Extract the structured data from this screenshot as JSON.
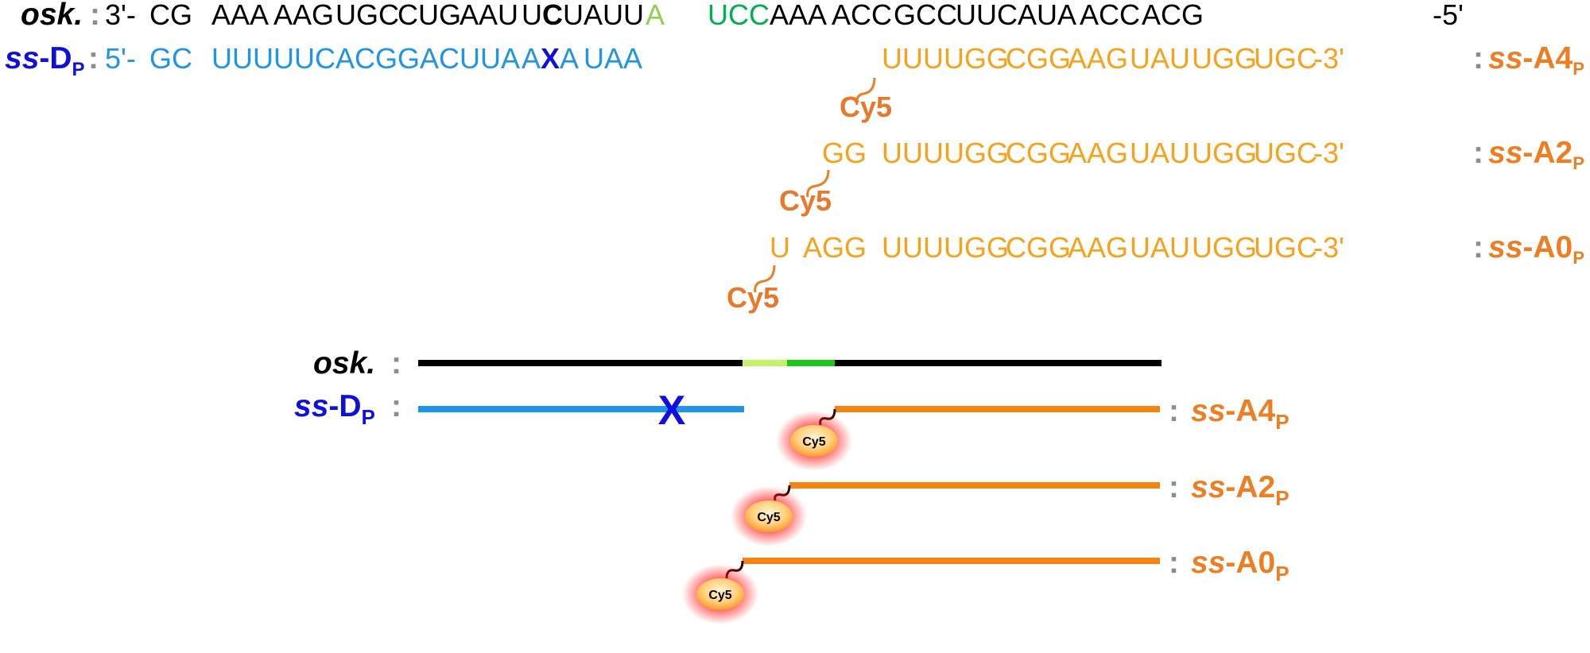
{
  "colors": {
    "black": "#000000",
    "blue_seq": "#1f95ea",
    "blue_label": "#1010dd",
    "orange_seq": "#f7a21a",
    "orange_label": "#ef7d22",
    "orange_line": "#f6820f",
    "green_light": "#92d050",
    "green": "#00b050",
    "green_light_line": "#c6f26a",
    "green_line": "#1dc51d",
    "gray": "#8c8c8c",
    "cy5_glow": "#ff1a1a"
  },
  "sequences": {
    "osk": {
      "label": "osk.",
      "colon": ":",
      "prefix": "3'-",
      "codons": [
        "CG",
        "AAA",
        "AAG",
        "UGC",
        "CUG",
        "AAU",
        "UCU",
        "AUU",
        "A",
        "UCC",
        "AAA",
        "ACC",
        "GCC",
        "UUC",
        "AUA",
        "ACC",
        "ACG"
      ],
      "suffix": "-5'"
    },
    "ssD": {
      "label_italic": "ss",
      "label_rest": "-D",
      "label_sub": "P",
      "colon": ":",
      "prefix": "5'-",
      "codons": [
        "GC",
        "UUU",
        "UUC",
        "ACG",
        "GAC",
        "UUA",
        "AXA",
        "UAA"
      ]
    },
    "probes": [
      {
        "codons": [
          "UUU",
          "UGG",
          "CGG",
          "AAG",
          "UAU",
          "UGG",
          "UGC"
        ],
        "suffix": "-3'",
        "colon": ":",
        "label_italic": "ss",
        "label_rest": "-A4",
        "label_sub": "P",
        "dye": "Cy5"
      },
      {
        "codons": [
          "GG",
          "UUU",
          "UGG",
          "CGG",
          "AAG",
          "UAU",
          "UGG",
          "UGC"
        ],
        "suffix": "-3'",
        "colon": ":",
        "label_italic": "ss",
        "label_rest": "-A2",
        "label_sub": "P",
        "dye": "Cy5"
      },
      {
        "codons": [
          "U",
          "AGG",
          "UUU",
          "UGG",
          "CGG",
          "AAG",
          "UAU",
          "UGG",
          "UGC"
        ],
        "suffix": "-3'",
        "colon": ":",
        "label_italic": "ss",
        "label_rest": "-A0",
        "label_sub": "P",
        "dye": "Cy5"
      }
    ]
  },
  "schematic": {
    "osk_label": "osk.",
    "colon": ":",
    "d_label_italic": "ss",
    "d_label_rest": "-D",
    "d_label_sub": "P",
    "mismatch": "X",
    "probes": [
      {
        "label_italic": "ss",
        "label_rest": "-A4",
        "label_sub": "P",
        "dye": "Cy5"
      },
      {
        "label_italic": "ss",
        "label_rest": "-A2",
        "label_sub": "P",
        "dye": "Cy5"
      },
      {
        "label_italic": "ss",
        "label_rest": "-A0",
        "label_sub": "P",
        "dye": "Cy5"
      }
    ]
  }
}
